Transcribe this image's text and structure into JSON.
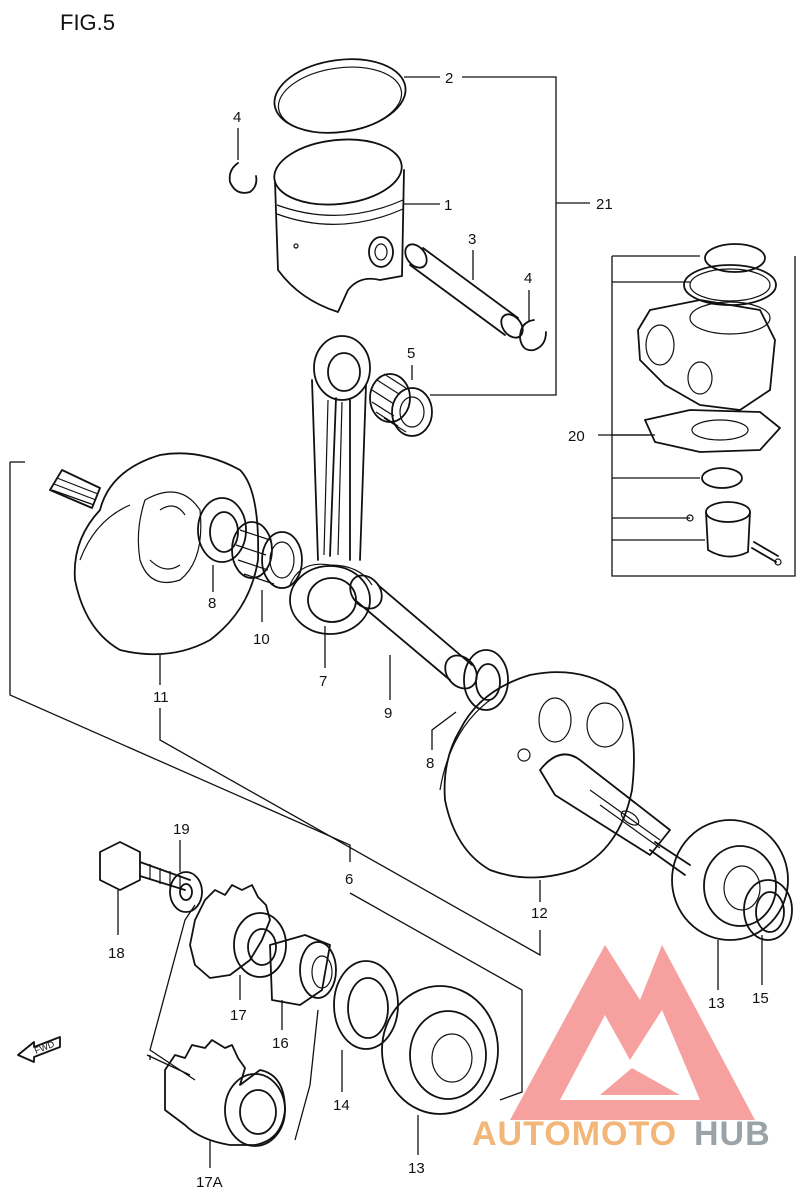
{
  "figure": {
    "title": "FIG.5"
  },
  "callouts": [
    {
      "id": "p1",
      "text": "1"
    },
    {
      "id": "p2",
      "text": "2"
    },
    {
      "id": "p3",
      "text": "3"
    },
    {
      "id": "p4a",
      "text": "4"
    },
    {
      "id": "p4b",
      "text": "4"
    },
    {
      "id": "p5",
      "text": "5"
    },
    {
      "id": "p6",
      "text": "6"
    },
    {
      "id": "p7",
      "text": "7"
    },
    {
      "id": "p8a",
      "text": "8"
    },
    {
      "id": "p8b",
      "text": "8"
    },
    {
      "id": "p9",
      "text": "9"
    },
    {
      "id": "p10",
      "text": "10"
    },
    {
      "id": "p11",
      "text": "11"
    },
    {
      "id": "p12",
      "text": "12"
    },
    {
      "id": "p13a",
      "text": "13"
    },
    {
      "id": "p13b",
      "text": "13"
    },
    {
      "id": "p14",
      "text": "14"
    },
    {
      "id": "p15",
      "text": "15"
    },
    {
      "id": "p16",
      "text": "16"
    },
    {
      "id": "p17",
      "text": "17"
    },
    {
      "id": "p17a",
      "text": "17A"
    },
    {
      "id": "p18",
      "text": "18"
    },
    {
      "id": "p19",
      "text": "19"
    },
    {
      "id": "p20",
      "text": "20"
    },
    {
      "id": "p21",
      "text": "21"
    }
  ],
  "direction_marker": {
    "text": "FWD",
    "icon": "arrow-left-icon"
  },
  "watermark": {
    "part1": "AUTOMOTO",
    "part2": "HUB",
    "colors": {
      "triangle": "#f08a8a",
      "part1": "#f3b679",
      "part2": "#9aa3a8"
    }
  }
}
